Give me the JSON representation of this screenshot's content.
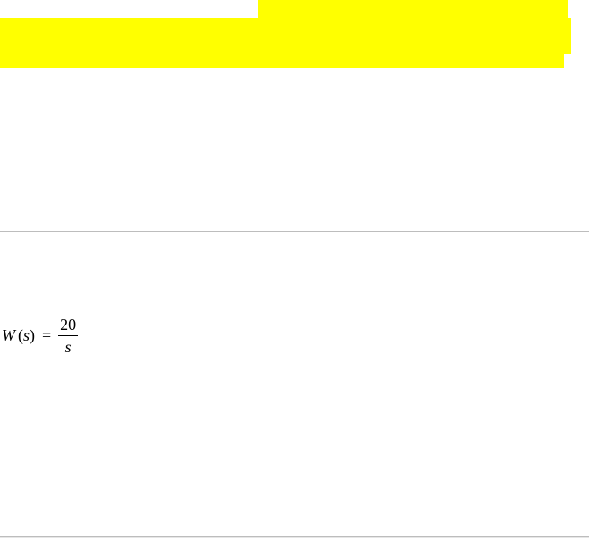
{
  "highlight": {
    "color": "#ffff00"
  },
  "formula": {
    "function_name": "W",
    "open_paren": "(",
    "variable": "s",
    "close_paren": ")",
    "equals": "=",
    "numerator": "20",
    "denominator": "s"
  }
}
